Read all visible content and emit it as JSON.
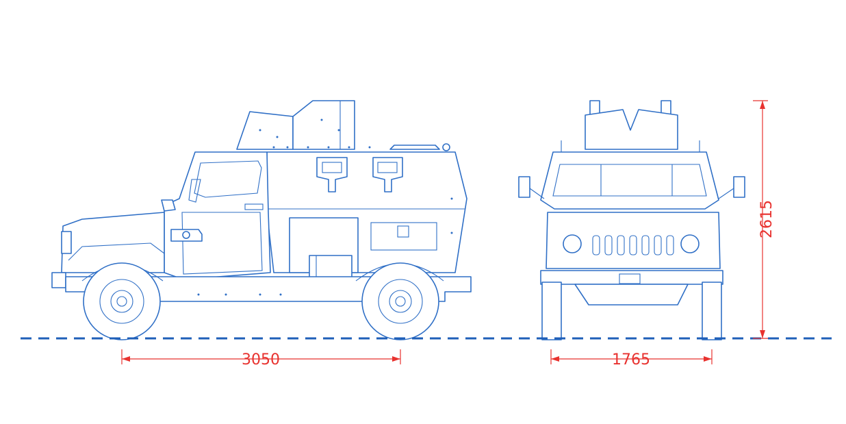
{
  "colors": {
    "drawing_line": "#2f6fc6",
    "ground_line": "#1f5fb8",
    "dimension": "#e8322f",
    "background": "#ffffff"
  },
  "dimensions": {
    "wheelbase": "3050",
    "track_width": "1765",
    "overall_height": "2615"
  }
}
